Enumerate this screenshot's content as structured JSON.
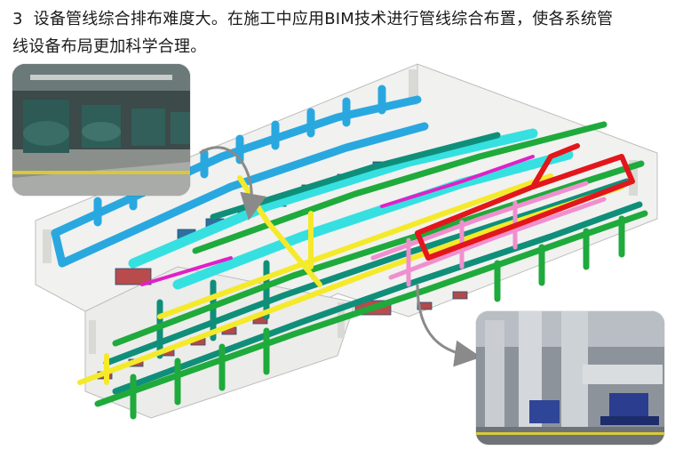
{
  "paragraph": {
    "number": "3",
    "line1": "设备管线综合排布难度大。在施工中应用BIM技术进行管线综合布置，使各系统管",
    "line2": "线设备布局更加科学合理。"
  },
  "figure": {
    "colors": {
      "supply_blue": "#29a8e0",
      "green": "#1faa3c",
      "teal": "#0f8f7a",
      "yellow": "#f4ea2a",
      "cyan": "#36e0e0",
      "red": "#e3161b",
      "pink": "#f08fcf",
      "magenta": "#e020c8",
      "equipment": "#2e6fa0"
    }
  }
}
